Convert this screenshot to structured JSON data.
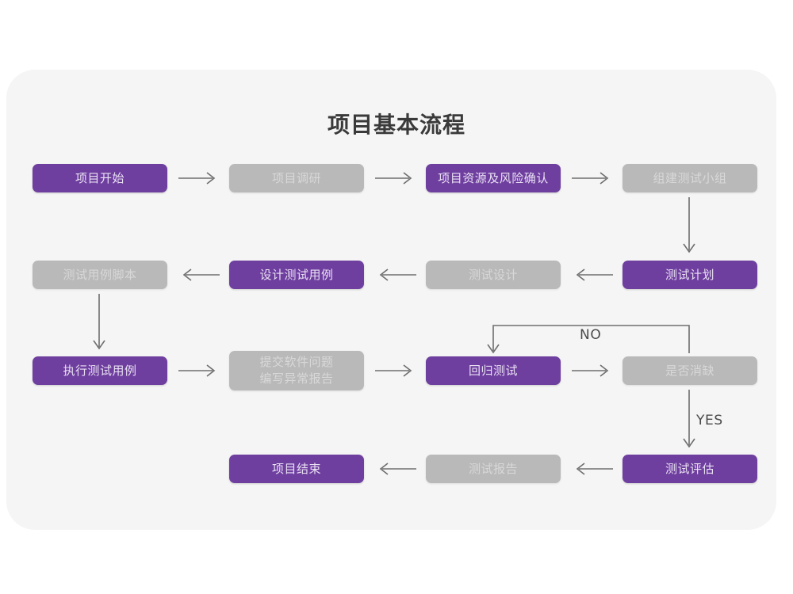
{
  "page": {
    "background": "#ffffff",
    "card_background": "#f5f5f5"
  },
  "chart": {
    "title": "项目基本流程",
    "type": "flowchart",
    "colors": {
      "accent_purple": "#6f3fa0",
      "purple_text": "#e9e0f2",
      "muted_gray": "#b9b9b9",
      "gray_text": "#d8d8d8",
      "connector": "#6e6e6e",
      "title_text": "#3a3a3a"
    },
    "nodes": [
      {
        "id": "n1",
        "label": "项目开始",
        "style": "purple",
        "row": 1,
        "col": 1
      },
      {
        "id": "n2",
        "label": "项目调研",
        "style": "gray",
        "row": 1,
        "col": 2
      },
      {
        "id": "n3",
        "label": "项目资源及风险确认",
        "style": "purple",
        "row": 1,
        "col": 3
      },
      {
        "id": "n4",
        "label": "组建测试小组",
        "style": "gray",
        "row": 1,
        "col": 4
      },
      {
        "id": "n5",
        "label": "测试计划",
        "style": "purple",
        "row": 2,
        "col": 4
      },
      {
        "id": "n6",
        "label": "测试设计",
        "style": "gray",
        "row": 2,
        "col": 3
      },
      {
        "id": "n7",
        "label": "设计测试用例",
        "style": "purple",
        "row": 2,
        "col": 2
      },
      {
        "id": "n8",
        "label": "测试用例脚本",
        "style": "gray",
        "row": 2,
        "col": 1
      },
      {
        "id": "n9",
        "label": "执行测试用例",
        "style": "purple",
        "row": 3,
        "col": 1
      },
      {
        "id": "n10",
        "label": "提交软件问题\n编写异常报告",
        "style": "gray",
        "row": 3,
        "col": 2
      },
      {
        "id": "n11",
        "label": "回归测试",
        "style": "purple",
        "row": 3,
        "col": 3
      },
      {
        "id": "n12",
        "label": "是否消缺",
        "style": "gray",
        "row": 3,
        "col": 4
      },
      {
        "id": "n13",
        "label": "测试评估",
        "style": "purple",
        "row": 4,
        "col": 4
      },
      {
        "id": "n14",
        "label": "测试报告",
        "style": "gray",
        "row": 4,
        "col": 3
      },
      {
        "id": "n15",
        "label": "项目结束",
        "style": "purple",
        "row": 4,
        "col": 2
      }
    ],
    "edges": [
      {
        "from": "n1",
        "to": "n2",
        "label": "",
        "direction": "right"
      },
      {
        "from": "n2",
        "to": "n3",
        "label": "",
        "direction": "right"
      },
      {
        "from": "n3",
        "to": "n4",
        "label": "",
        "direction": "right"
      },
      {
        "from": "n4",
        "to": "n5",
        "label": "",
        "direction": "down"
      },
      {
        "from": "n5",
        "to": "n6",
        "label": "",
        "direction": "left"
      },
      {
        "from": "n6",
        "to": "n7",
        "label": "",
        "direction": "left"
      },
      {
        "from": "n7",
        "to": "n8",
        "label": "",
        "direction": "left"
      },
      {
        "from": "n8",
        "to": "n9",
        "label": "",
        "direction": "down"
      },
      {
        "from": "n9",
        "to": "n10",
        "label": "",
        "direction": "right"
      },
      {
        "from": "n10",
        "to": "n11",
        "label": "",
        "direction": "right"
      },
      {
        "from": "n11",
        "to": "n12",
        "label": "",
        "direction": "right"
      },
      {
        "from": "n12",
        "to": "n11",
        "label": "NO",
        "direction": "loop-up-left"
      },
      {
        "from": "n12",
        "to": "n13",
        "label": "YES",
        "direction": "down"
      },
      {
        "from": "n13",
        "to": "n14",
        "label": "",
        "direction": "left"
      },
      {
        "from": "n14",
        "to": "n15",
        "label": "",
        "direction": "left"
      }
    ],
    "edge_labels": {
      "no": "NO",
      "yes": "YES"
    }
  }
}
